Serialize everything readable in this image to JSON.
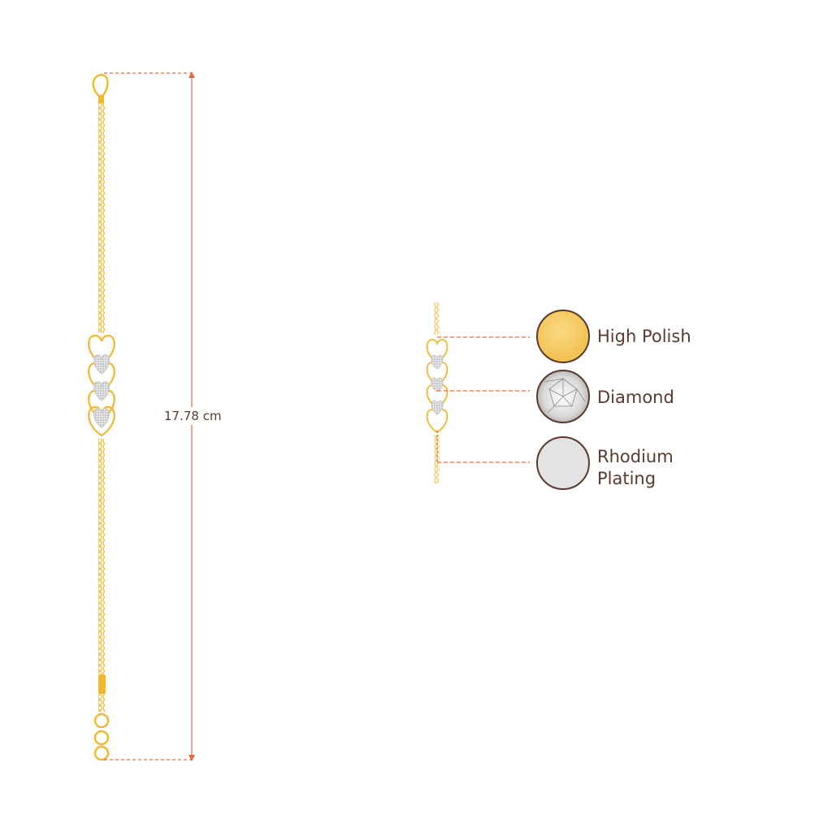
{
  "measurement": {
    "length_label": "17.78 cm"
  },
  "materials": [
    {
      "label": "High Polish",
      "swatch": "gold-swatch",
      "color": "#f5c45a"
    },
    {
      "label": "Diamond",
      "swatch": "diamond-swatch",
      "color": "#e6e6e6"
    },
    {
      "label": "Rhodium Plating",
      "swatch": "rhodium-swatch",
      "color": "#e3e3e3"
    }
  ],
  "colors": {
    "gold": "#f1b82d",
    "gold_light": "#fbd66e",
    "guide": "#e8683a",
    "swatch_border": "#5a3a2e",
    "text": "#5a3a2e"
  }
}
